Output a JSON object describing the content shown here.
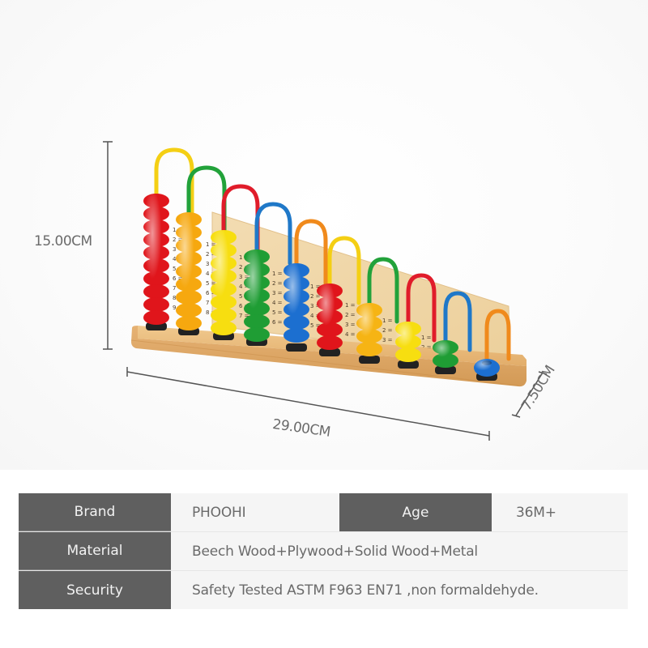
{
  "product": {
    "name": "Wooden Counting Abacus",
    "columns": [
      {
        "beads": 10,
        "bead_color": "#e0151b",
        "arc_color": "#f4cf14"
      },
      {
        "beads": 9,
        "bead_color": "#f6a80f",
        "arc_color": "#22a23a"
      },
      {
        "beads": 8,
        "bead_color": "#f7de10",
        "arc_color": "#e01c2a"
      },
      {
        "beads": 7,
        "bead_color": "#1f9d34",
        "arc_color": "#1f78c8"
      },
      {
        "beads": 6,
        "bead_color": "#1c6fd0",
        "arc_color": "#f08a1c"
      },
      {
        "beads": 5,
        "bead_color": "#e0151b",
        "arc_color": "#f4cf14"
      },
      {
        "beads": 4,
        "bead_color": "#f6b414",
        "arc_color": "#22a23a"
      },
      {
        "beads": 3,
        "bead_color": "#f7de10",
        "arc_color": "#e01c2a"
      },
      {
        "beads": 2,
        "bead_color": "#1f9d34",
        "arc_color": "#1f78c8"
      },
      {
        "beads": 1,
        "bead_color": "#1c6fd0",
        "arc_color": "#f08a1c"
      }
    ]
  },
  "dimensions": {
    "height": "15.00CM",
    "width": "29.00CM",
    "depth": "7.50CM"
  },
  "specs": {
    "row1": {
      "label_a": "Brand",
      "value_a": "PHOOHI",
      "label_b": "Age",
      "value_b": "36M+"
    },
    "row2": {
      "label": "Material",
      "value": "Beech Wood+Plywood+Solid Wood+Metal"
    },
    "row3": {
      "label": "Security",
      "value": "Safety Tested ASTM F963 EN71 ,non formaldehyde."
    }
  },
  "colors": {
    "label_bg": "#5f5f5f",
    "value_bg": "#f5f5f5",
    "dimension_line": "#555555",
    "wood": "#e8b979"
  }
}
